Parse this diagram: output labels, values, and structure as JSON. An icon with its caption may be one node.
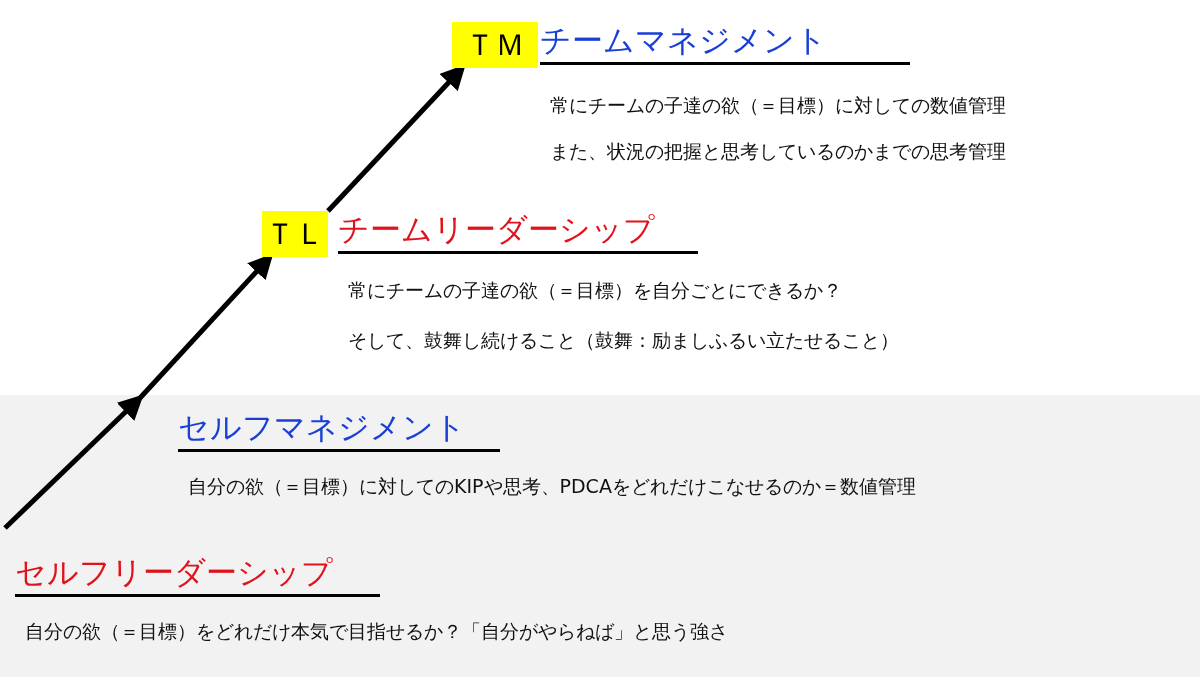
{
  "diagram": {
    "nodes": [
      {
        "text": [
          "ＴＭ"
        ]
      },
      {
        "text": [
          "チームマネジメント",
          "常にチームの子達の欲（＝目標）に対しての数値管理",
          "また、状況の把握と思考しているのかまでの思考管理"
        ]
      },
      {
        "text": [
          "ＴＬ"
        ]
      },
      {
        "text": [
          "チームリーダーシップ",
          "常にチームの子達の欲（＝目標）を自分ごとにできるか？",
          "そして、鼓舞し続けること（鼓舞：励ましふるい立たせること）"
        ]
      },
      {
        "text": [
          "セルフマネジメント",
          "自分の欲（＝目標）に対してのKIPや思考、PDCAをどれだけこなせるのか＝数値管理"
        ]
      },
      {
        "text": [
          "セルフリーダーシップ",
          "自分の欲（＝目標）をどれだけ本気で目指せるか？「自分がやらねば」と思う強さ"
        ]
      }
    ],
    "edges": [
      {
        "from": 5,
        "to": 4,
        "arrow": "to"
      },
      {
        "from": 4,
        "to": 2,
        "arrow": "to"
      },
      {
        "from": 2,
        "to": 0,
        "arrow": "to"
      }
    ]
  }
}
